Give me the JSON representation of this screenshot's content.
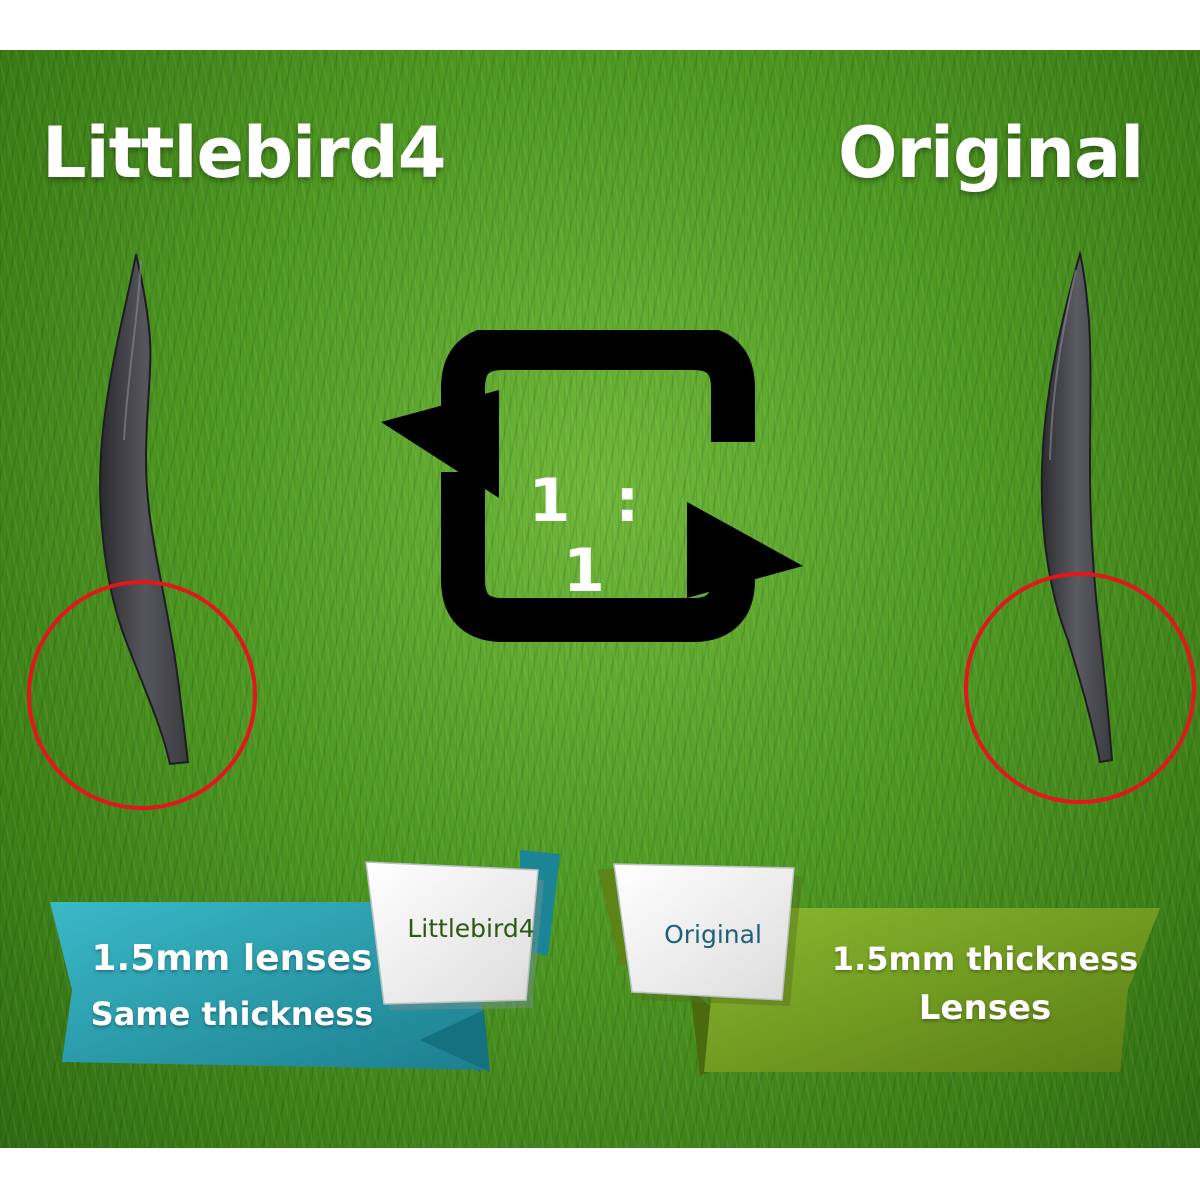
{
  "titles": {
    "left": "Littlebird4",
    "right": "Original"
  },
  "center": {
    "ratio": "1 : 1",
    "icon": "swap-arrows-icon"
  },
  "banners": {
    "left": {
      "line1": "1.5mm lenses",
      "line2": "Same thickness",
      "card_label": "Littlebird4",
      "color": "#2aa3b3"
    },
    "right": {
      "line1": "1.5mm thickness",
      "line2": "Lenses",
      "card_label": "Original",
      "color": "#6e9a1c"
    }
  },
  "colors": {
    "highlight_circle": "#e3161b",
    "lens": "#3b3b40"
  }
}
